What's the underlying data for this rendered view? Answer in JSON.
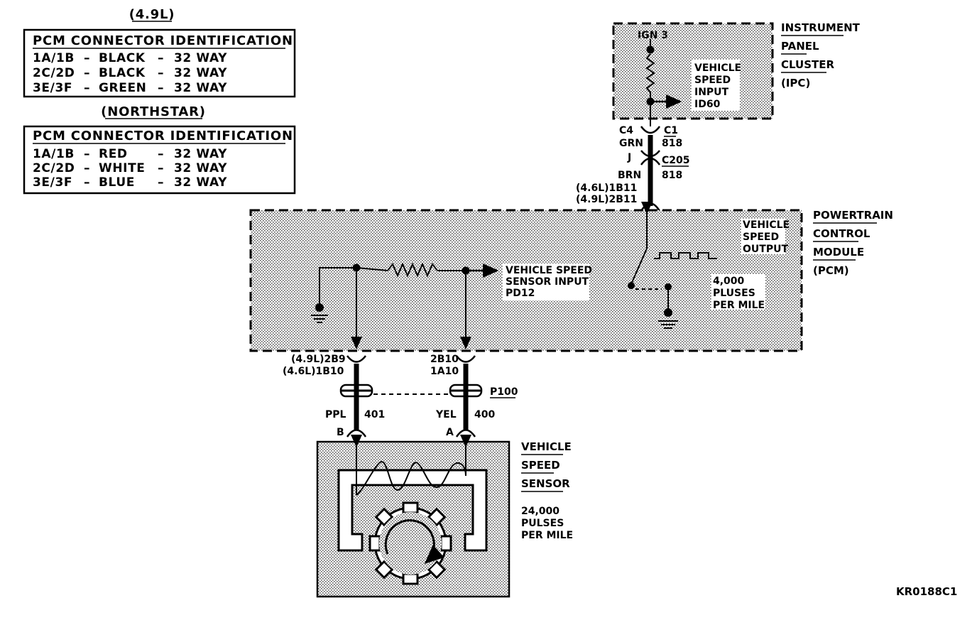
{
  "colors": {
    "ink": "#000000",
    "paper": "#ffffff",
    "shade": "#9a9a9a"
  },
  "tables": {
    "l49_heading": "(4.9L)",
    "l49_title": "PCM CONNECTOR IDENTIFICATION",
    "l49_rows": [
      [
        "1A/1B",
        "–",
        "BLACK",
        "–",
        "32 WAY"
      ],
      [
        "2C/2D",
        "–",
        "BLACK",
        "–",
        "32 WAY"
      ],
      [
        "3E/3F",
        "–",
        "GREEN",
        "–",
        "32 WAY"
      ]
    ],
    "ns_heading": "(NORTHSTAR)",
    "ns_title": "PCM CONNECTOR IDENTIFICATION",
    "ns_rows": [
      [
        "1A/1B",
        "–",
        "RED",
        "–",
        "32 WAY"
      ],
      [
        "2C/2D",
        "–",
        "WHITE",
        "–",
        "32 WAY"
      ],
      [
        "3E/3F",
        "–",
        "BLUE",
        "–",
        "32 WAY"
      ]
    ]
  },
  "ipc": {
    "name_lines": [
      "INSTRUMENT",
      "PANEL",
      "CLUSTER",
      "(IPC)"
    ],
    "ign": "IGN 3",
    "input_lines": [
      "VEHICLE",
      "SPEED",
      "INPUT",
      "ID60"
    ]
  },
  "wiring_top": {
    "c4": "C4",
    "c1": "C1",
    "grn": "GRN",
    "w818a": "818",
    "j": "J",
    "c205": "C205",
    "brn": "BRN",
    "w818b": "818",
    "pin1": "(4.6L)1B11",
    "pin2": "(4.9L)2B11"
  },
  "pcm": {
    "name_lines": [
      "POWERTRAIN",
      "CONTROL",
      "MODULE",
      "(PCM)"
    ],
    "output_lines": [
      "VEHICLE",
      "SPEED",
      "OUTPUT"
    ],
    "pulse_lines": [
      "4,000",
      "PLUSES",
      "PER MILE"
    ],
    "input_lines": [
      "VEHICLE SPEED",
      "SENSOR INPUT",
      "PD12"
    ]
  },
  "wiring_bottom": {
    "b_pin1": "(4.9L)2B9",
    "b_pin2": "(4.6L)1B10",
    "a_pin1": "2B10",
    "a_pin2": "1A10",
    "p100": "P100",
    "ppl": "PPL",
    "w401": "401",
    "yel": "YEL",
    "w400": "400",
    "b": "B",
    "a": "A"
  },
  "sensor": {
    "name_lines": [
      "VEHICLE",
      "SPEED",
      "SENSOR"
    ],
    "pulse_lines": [
      "24,000",
      "PULSES",
      "PER MILE"
    ]
  },
  "code": "KR0188C1"
}
